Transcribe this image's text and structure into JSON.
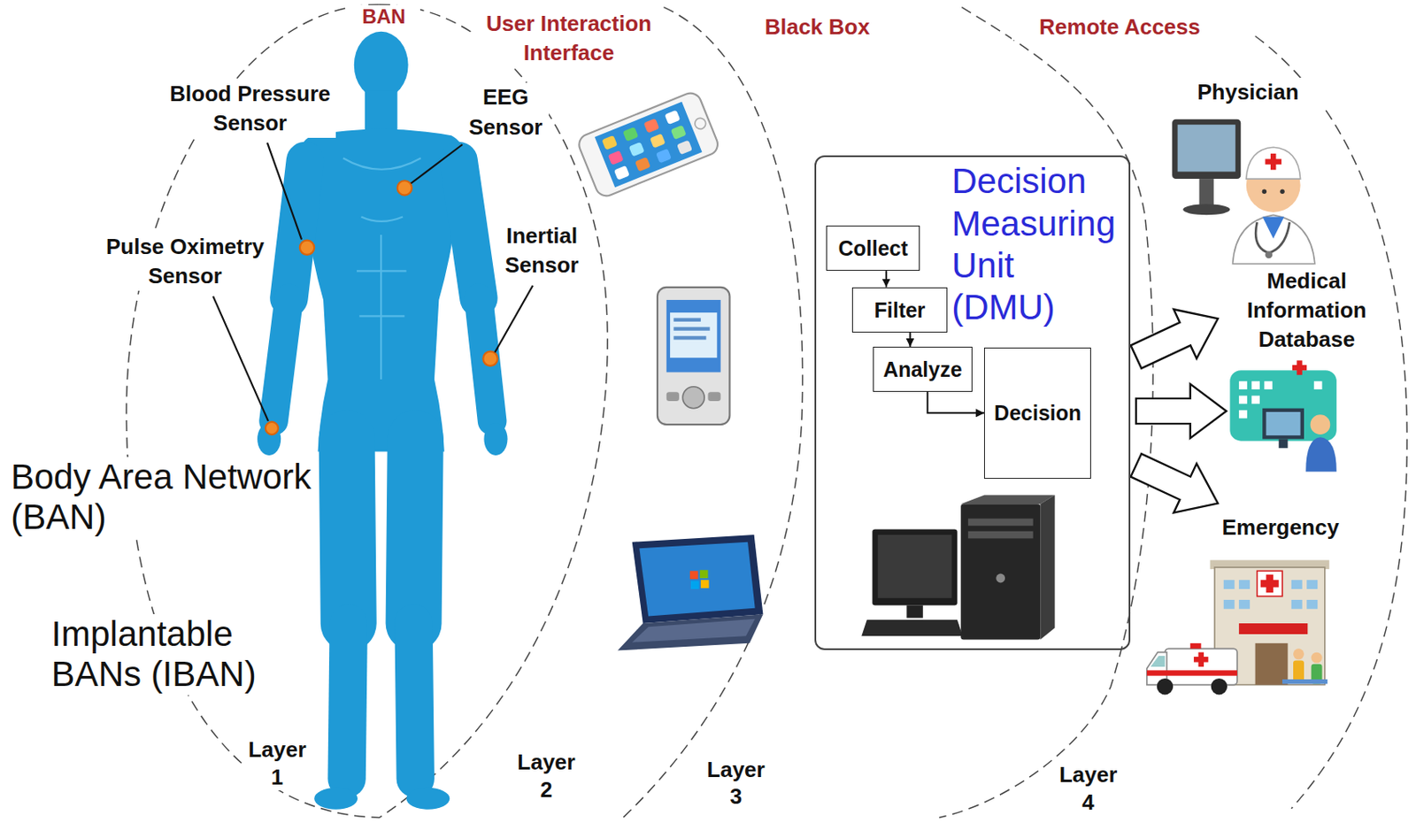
{
  "diagram": {
    "nodes": [
      {
        "text": [
          "Decision Measuring Unit (DMU)"
        ]
      },
      {
        "text": [
          "Collect"
        ],
        "in": 0
      },
      {
        "text": [
          "Filter"
        ],
        "in": 0
      },
      {
        "text": [
          "Analyze"
        ],
        "in": 0
      },
      {
        "text": [
          "Decision"
        ],
        "in": 0
      }
    ],
    "edges": [
      {
        "from": 1,
        "to": 2,
        "arrow": "to"
      },
      {
        "from": 2,
        "to": 3,
        "arrow": "to"
      },
      {
        "from": 3,
        "to": 4,
        "arrow": "to"
      }
    ],
    "labels": [
      "BAN",
      "User Interaction Interface",
      "Black Box",
      "Remote Access",
      "Blood Pressure Sensor",
      "EEG Sensor",
      "Pulse Oximetry Sensor",
      "Inertial Sensor",
      "Body Area Network (BAN)",
      "Implantable BANs (IBAN)",
      "Layer 1",
      "Layer 2",
      "Layer 3",
      "Layer 4",
      "Physician",
      "Medical Information Database",
      "Emergency"
    ]
  }
}
